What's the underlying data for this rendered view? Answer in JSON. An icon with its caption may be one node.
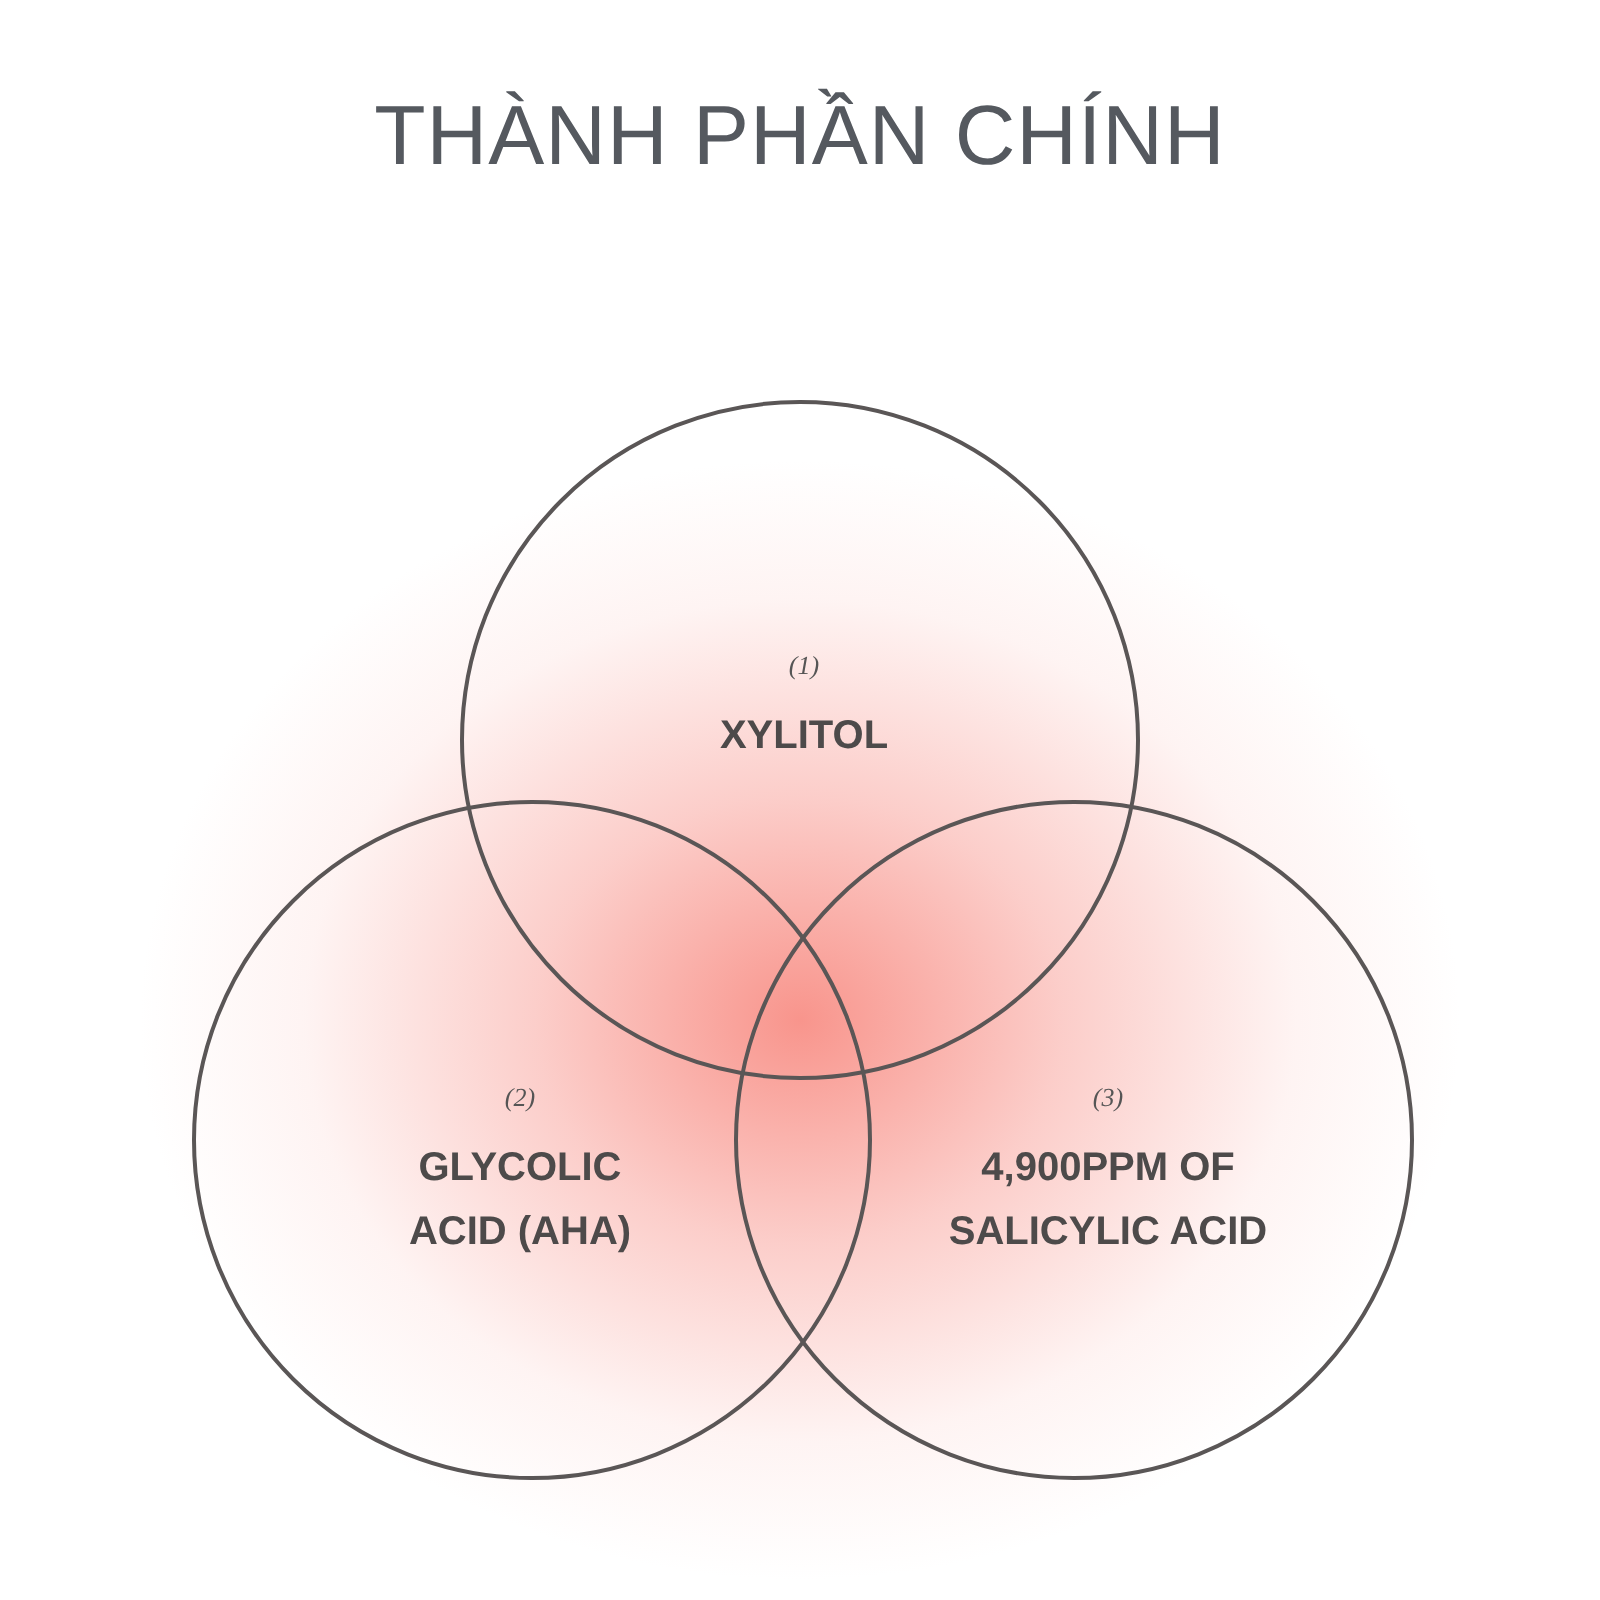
{
  "diagram": {
    "title": "THÀNH PHẦN CHÍNH",
    "nodes": [
      {
        "text": [
          "(1)",
          "XYLITOL"
        ]
      },
      {
        "text": [
          "(2)",
          "GLYCOLIC ACID (AHA)"
        ]
      },
      {
        "text": [
          "(3)",
          "4,900PPM OF SALICYLIC ACID"
        ]
      }
    ]
  }
}
